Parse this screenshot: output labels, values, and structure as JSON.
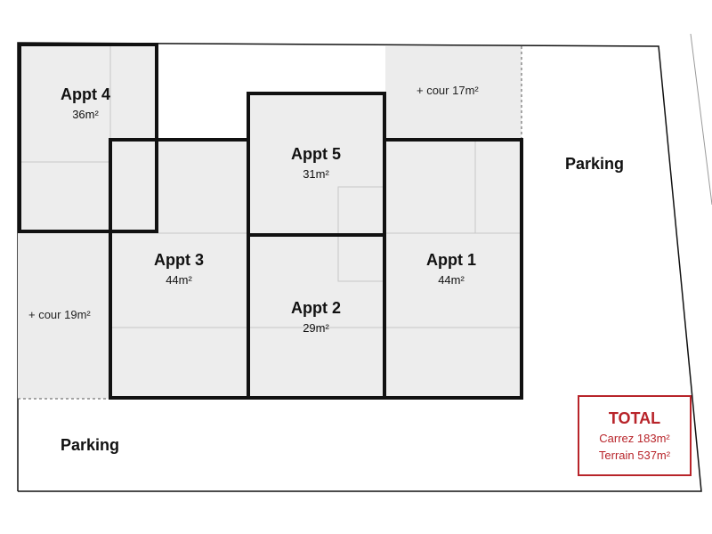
{
  "apartments": [
    {
      "name": "Appt 4",
      "area": "36m²"
    },
    {
      "name": "Appt 5",
      "area": "31m²"
    },
    {
      "name": "Appt 3",
      "area": "44m²"
    },
    {
      "name": "Appt 1",
      "area": "44m²"
    },
    {
      "name": "Appt 2",
      "area": "29m²"
    }
  ],
  "courtyards": [
    "+ cour 17m²",
    "+ cour 19m²"
  ],
  "parking": [
    "Parking",
    "Parking"
  ],
  "total": {
    "title": "TOTAL",
    "carrez": "Carrez 183m²",
    "terrain": "Terrain 537m²"
  },
  "colors": {
    "unit_fill": "#ededed",
    "courtyard_fill": "#ececec",
    "outline": "#111111",
    "total_accent": "#b8242a"
  }
}
